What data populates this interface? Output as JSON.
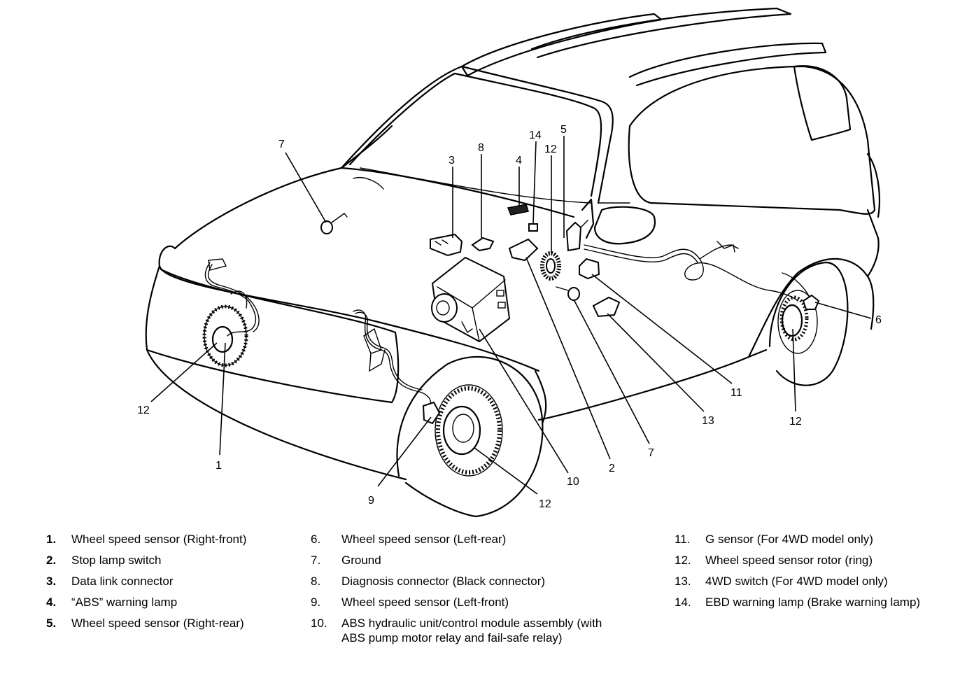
{
  "callouts": {
    "c1": "1",
    "c2": "2",
    "c3": "3",
    "c4": "4",
    "c5": "5",
    "c6": "6",
    "c7a": "7",
    "c7b": "7",
    "c8": "8",
    "c9": "9",
    "c10": "10",
    "c11": "11",
    "c12a": "12",
    "c12b": "12",
    "c12c": "12",
    "c12d": "12",
    "c13": "13",
    "c14": "14"
  },
  "legend": {
    "col1": [
      {
        "num": "1.",
        "text": "Wheel speed sensor (Right-front)"
      },
      {
        "num": "2.",
        "text": "Stop lamp switch"
      },
      {
        "num": "3.",
        "text": "Data link connector"
      },
      {
        "num": "4.",
        "text": "“ABS” warning lamp"
      },
      {
        "num": "5.",
        "text": "Wheel speed sensor (Right-rear)"
      }
    ],
    "col2": [
      {
        "num": "6.",
        "text": "Wheel speed sensor (Left-rear)"
      },
      {
        "num": "7.",
        "text": "Ground"
      },
      {
        "num": "8.",
        "text": "Diagnosis connector (Black connector)"
      },
      {
        "num": "9.",
        "text": "Wheel speed sensor (Left-front)"
      },
      {
        "num": "10.",
        "text": "ABS hydraulic unit/control module assembly (with",
        "text2": "ABS pump motor relay and fail-safe relay)"
      }
    ],
    "col3": [
      {
        "num": "11.",
        "text": "G sensor (For 4WD model only)"
      },
      {
        "num": "12.",
        "text": "Wheel speed sensor rotor (ring)"
      },
      {
        "num": "13.",
        "text": "4WD switch (For 4WD model only)"
      },
      {
        "num": "14.",
        "text": "EBD warning lamp (Brake warning lamp)"
      }
    ]
  }
}
